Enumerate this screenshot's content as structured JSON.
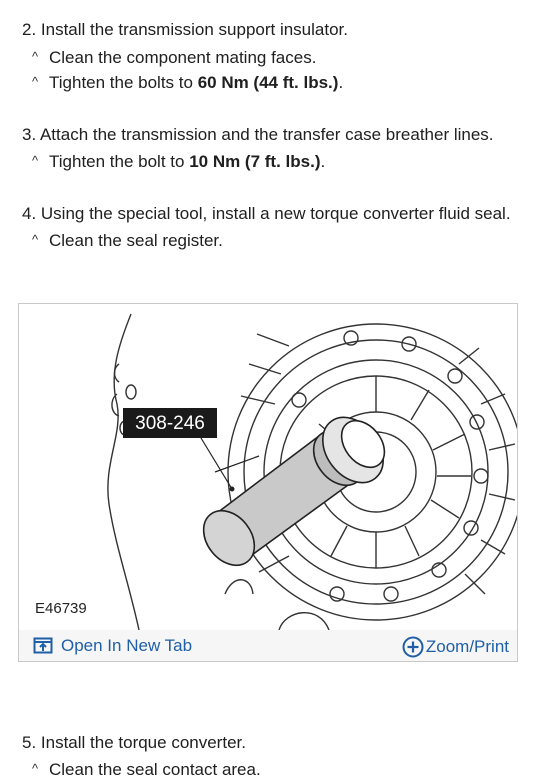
{
  "steps": [
    {
      "number_text": "2. Install the transmission support insulator.",
      "subs": [
        {
          "text": "Clean the component mating faces."
        },
        {
          "prefix": "Tighten the bolts to ",
          "bold": "60 Nm (44 ft. lbs.)",
          "suffix": "."
        }
      ]
    },
    {
      "number_text": "3. Attach the transmission and the transfer case breather lines.",
      "subs": [
        {
          "prefix": "Tighten the bolt to ",
          "bold": "10 Nm (7 ft. lbs.)",
          "suffix": "."
        }
      ]
    },
    {
      "number_text": "4. Using the special tool, install a new torque converter fluid seal.",
      "subs": [
        {
          "text": "Clean the seal register."
        }
      ]
    },
    {
      "number_text": "5. Install the torque converter.",
      "subs": [
        {
          "text": "Clean the seal contact area."
        }
      ]
    }
  ],
  "caret": "^",
  "figure": {
    "tool_label": "308-246",
    "figure_id": "E46739",
    "open_tab_label": "Open In New Tab",
    "zoom_label": "Zoom/Print"
  }
}
